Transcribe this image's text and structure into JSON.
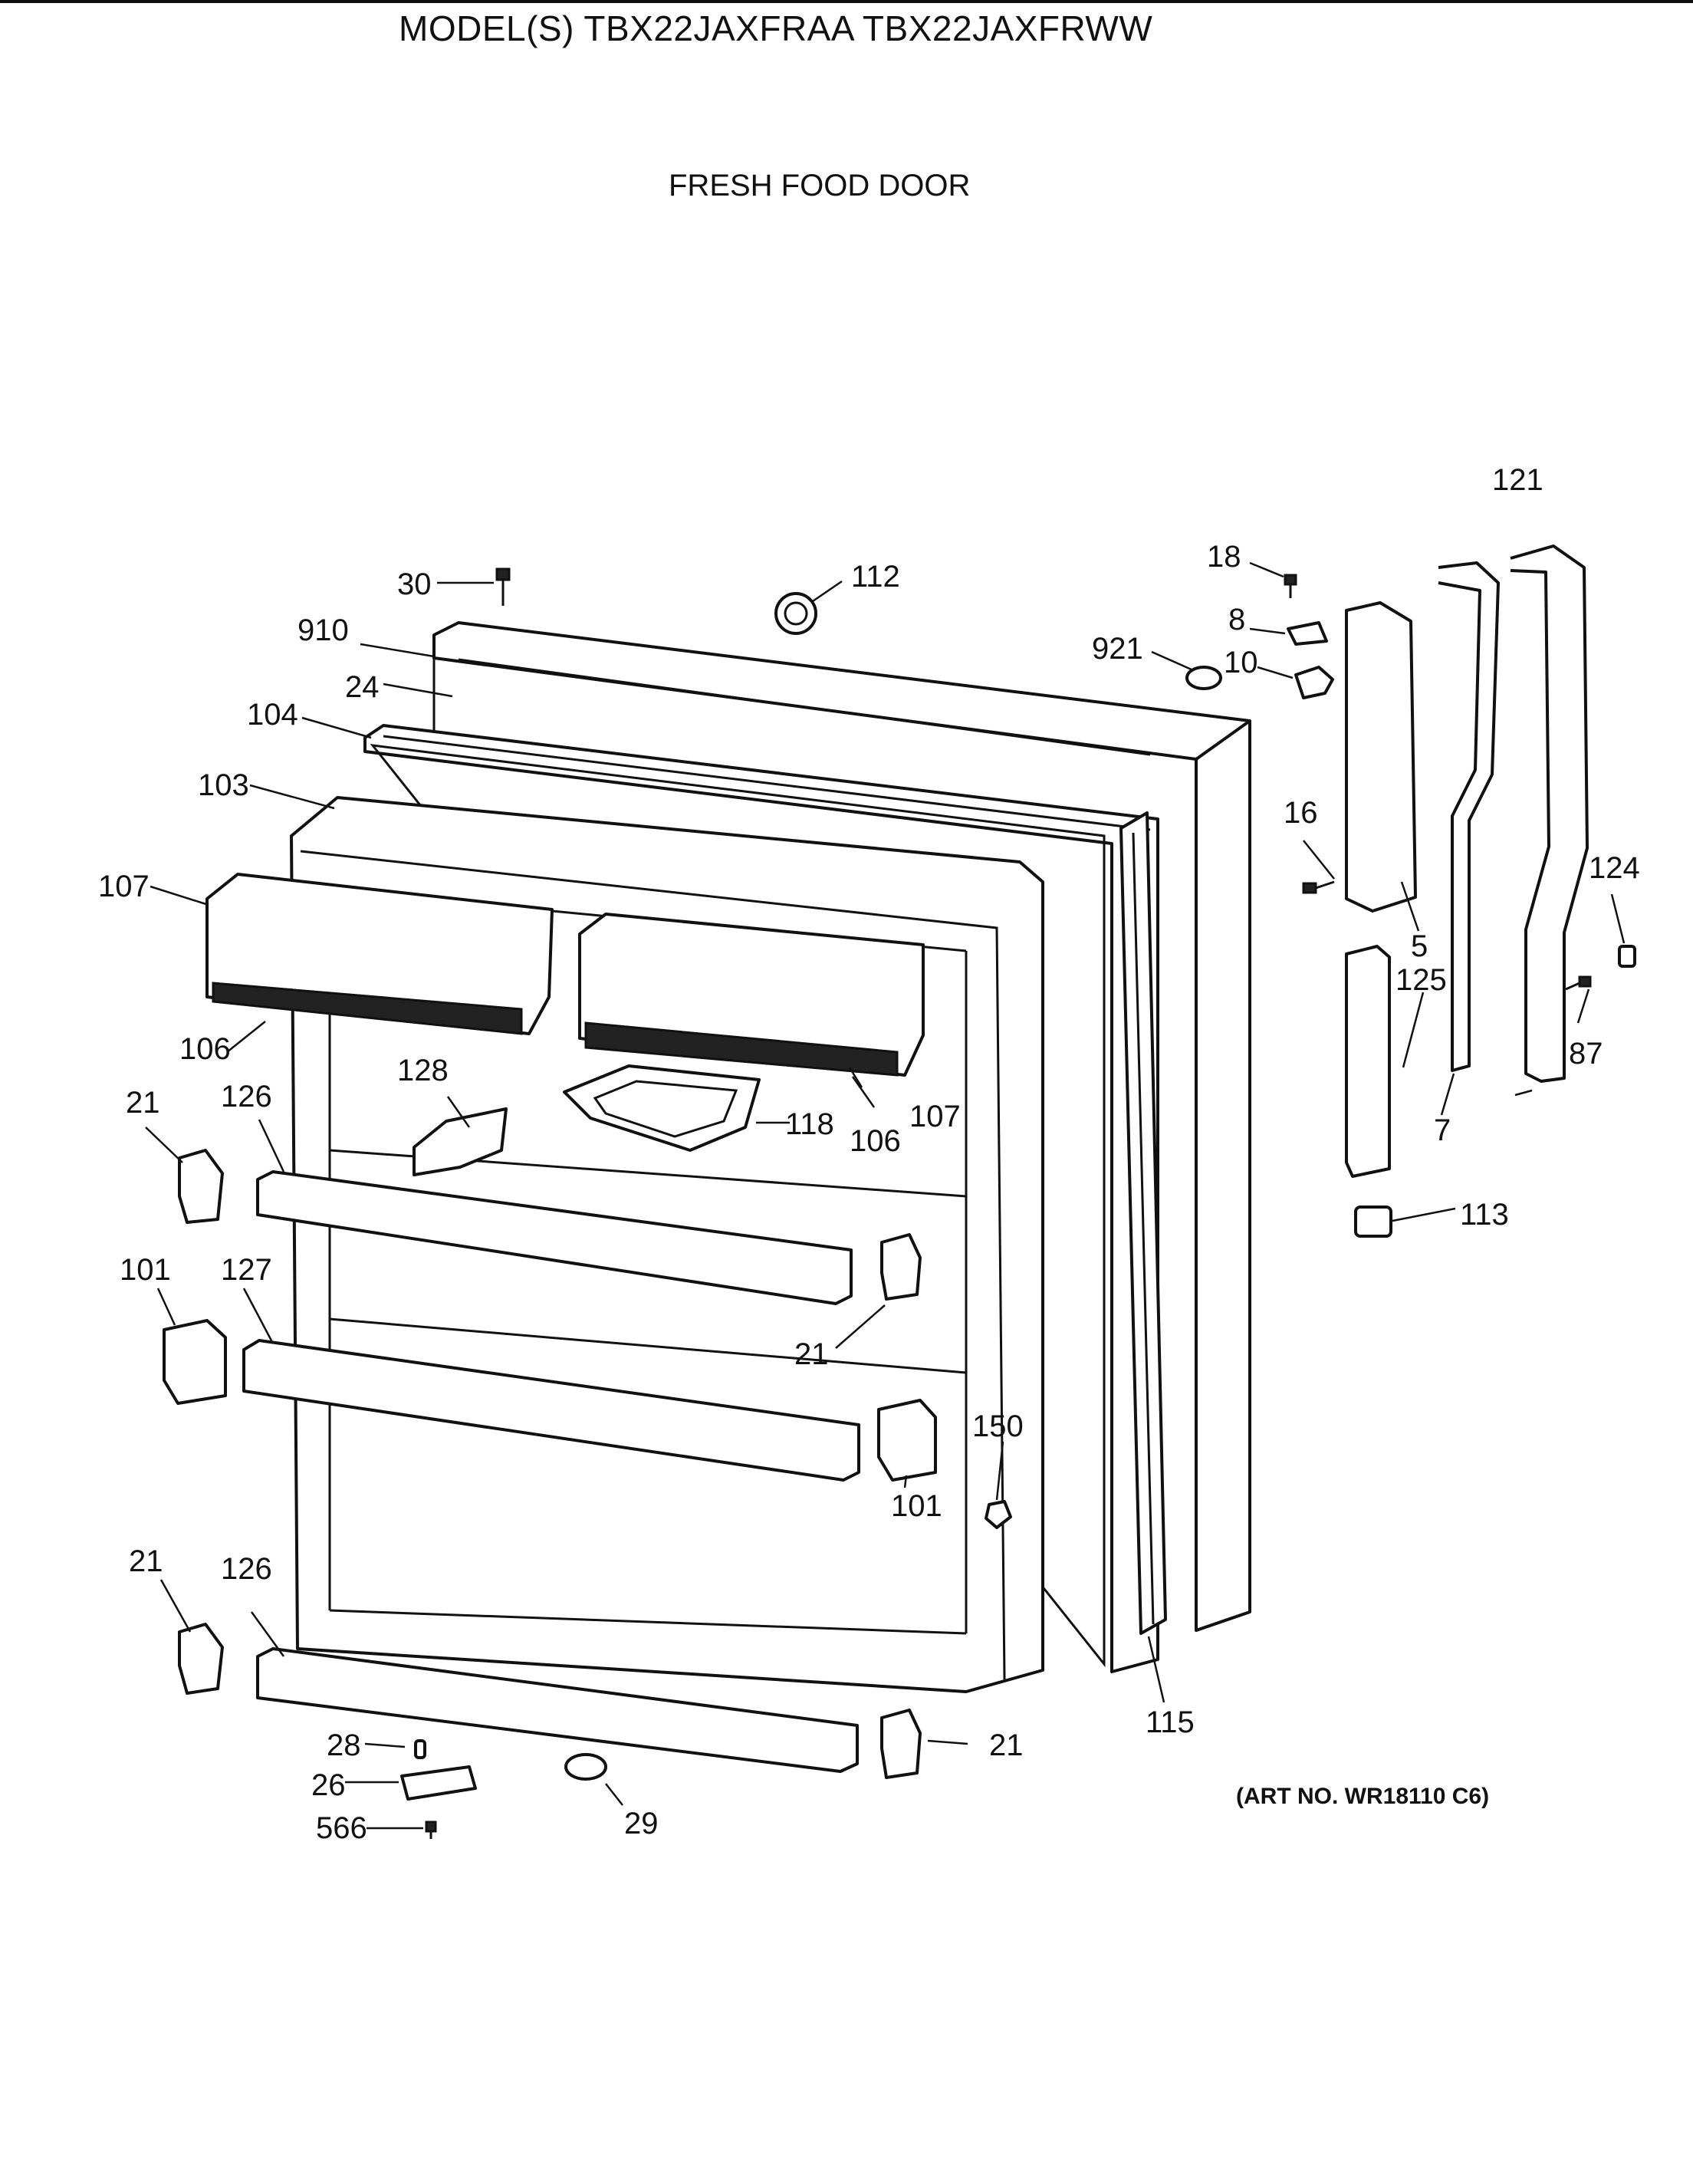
{
  "header": {
    "model_title": "MODEL(S) TBX22JAXFRAA  TBX22JAXFRWW",
    "section_title": "FRESH FOOD DOOR"
  },
  "footer": {
    "art_number": "(ART NO. WR18110 C6)"
  },
  "callouts": {
    "c121": "121",
    "c18": "18",
    "c30": "30",
    "c112": "112",
    "c910": "910",
    "c8": "8",
    "c921": "921",
    "c10": "10",
    "c24": "24",
    "c104": "104",
    "c103": "103",
    "c16": "16",
    "c124": "124",
    "c107_left": "107",
    "c5": "5",
    "c125": "125",
    "c87": "87",
    "c106_left": "106",
    "c128": "128",
    "c21_upper_left": "21",
    "c126_upper": "126",
    "c118": "118",
    "c107_right": "107",
    "c106_right": "106",
    "c7": "7",
    "c113": "113",
    "c101_left": "101",
    "c127": "127",
    "c21_mid": "21",
    "c150": "150",
    "c101_right": "101",
    "c21_lower_left": "21",
    "c126_lower": "126",
    "c115": "115",
    "c28": "28",
    "c21_bottom_right": "21",
    "c26": "26",
    "c566": "566",
    "c29": "29"
  }
}
